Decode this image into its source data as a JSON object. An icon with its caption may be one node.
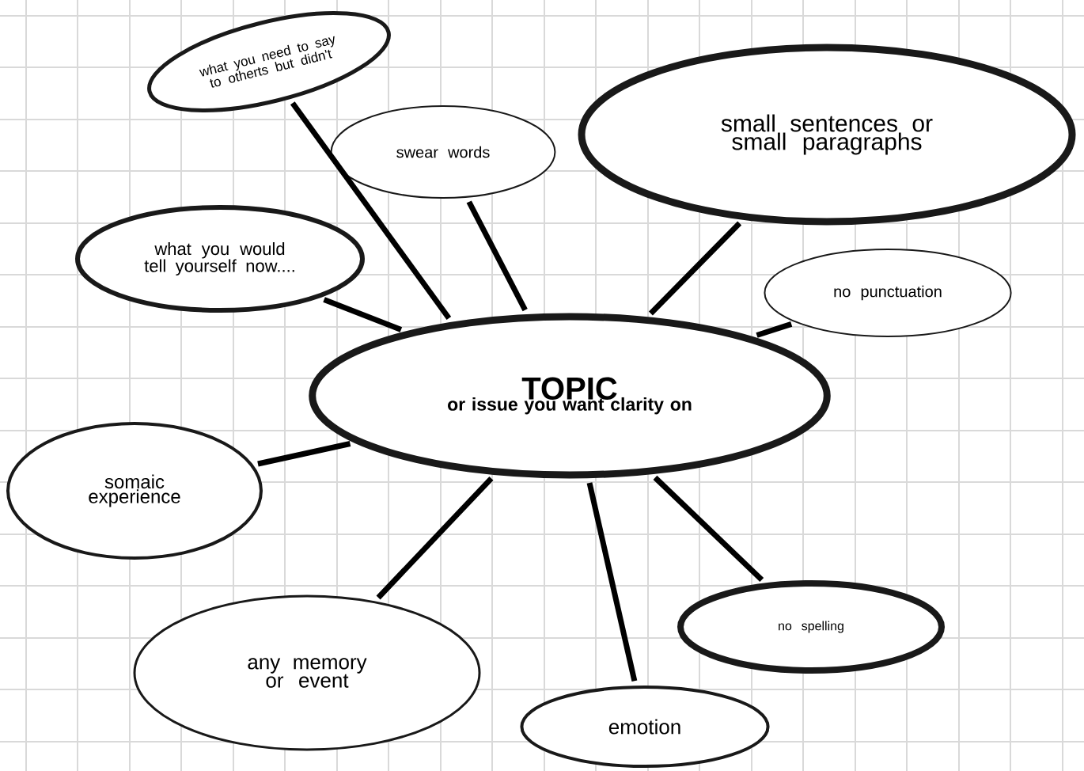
{
  "diagram": {
    "nodes": [
      {
        "text": [
          "TOPIC",
          "or issue you want clarity on"
        ]
      },
      {
        "text": [
          "what you need to say to otherts but didn't"
        ]
      },
      {
        "text": [
          "swear words"
        ]
      },
      {
        "text": [
          "small sentences or small paragraphs"
        ]
      },
      {
        "text": [
          "what you would tell yourself now...."
        ]
      },
      {
        "text": [
          "no punctuation"
        ]
      },
      {
        "text": [
          "somaic experience"
        ]
      },
      {
        "text": [
          "any memory or event"
        ]
      },
      {
        "text": [
          "emotion"
        ]
      },
      {
        "text": [
          "no spelling"
        ]
      }
    ],
    "edges": [
      {
        "from": 0,
        "to": 1,
        "arrow": "none"
      },
      {
        "from": 0,
        "to": 2,
        "arrow": "none"
      },
      {
        "from": 0,
        "to": 3,
        "arrow": "none"
      },
      {
        "from": 0,
        "to": 4,
        "arrow": "none"
      },
      {
        "from": 0,
        "to": 5,
        "arrow": "none"
      },
      {
        "from": 0,
        "to": 6,
        "arrow": "none"
      },
      {
        "from": 0,
        "to": 7,
        "arrow": "none"
      },
      {
        "from": 0,
        "to": 8,
        "arrow": "none"
      },
      {
        "from": 0,
        "to": 9,
        "arrow": "none"
      }
    ]
  }
}
